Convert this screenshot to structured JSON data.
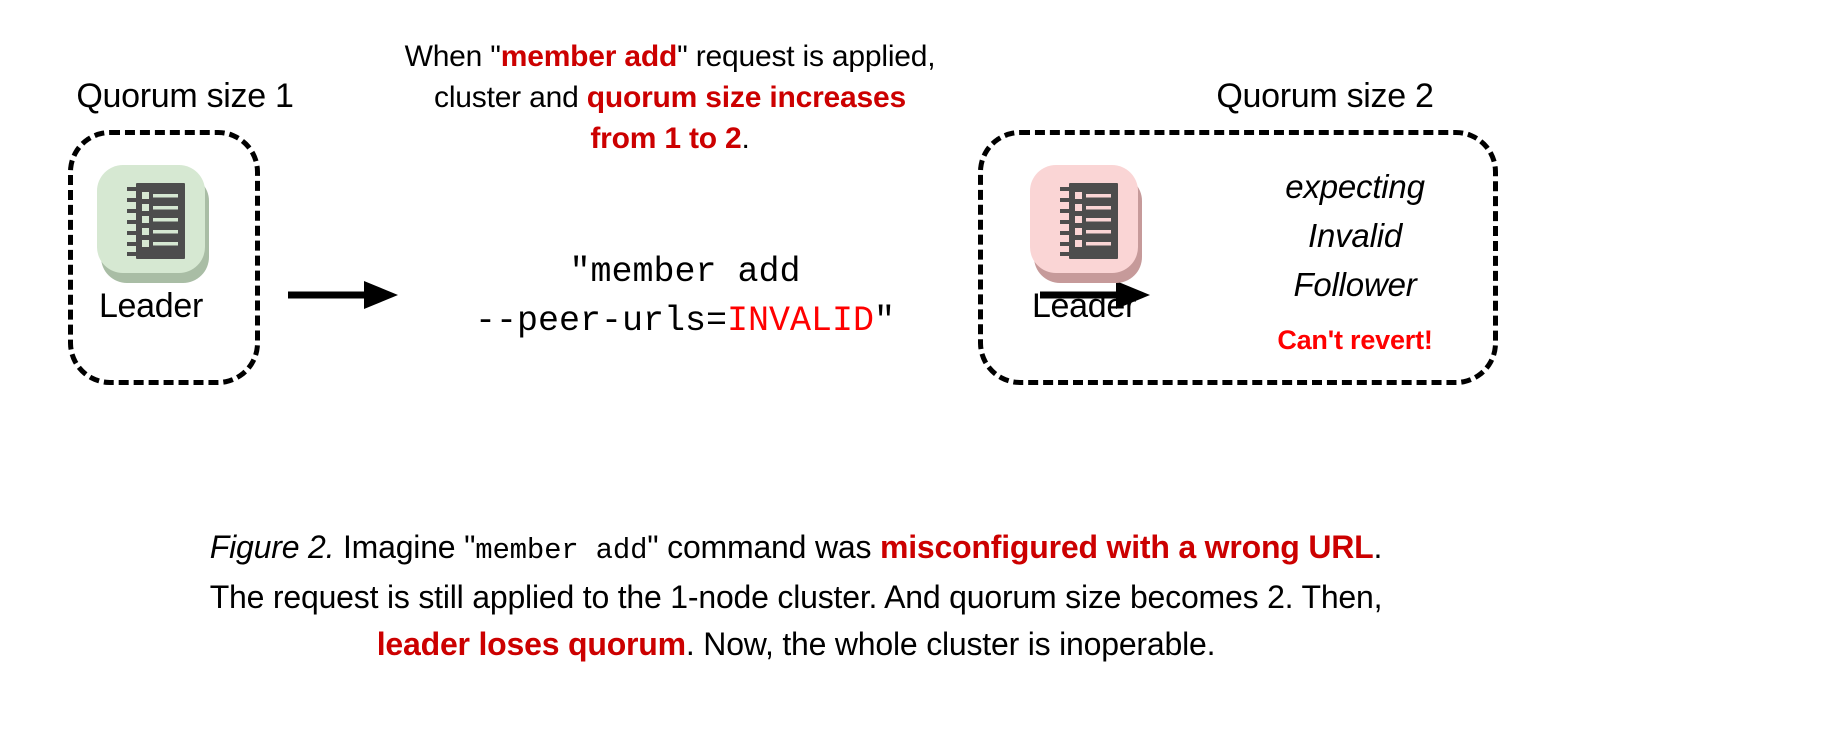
{
  "figure": {
    "background": "#ffffff",
    "accent_dark_red": "#cc0000",
    "accent_pure_red": "#ff0000",
    "icon_green_bg": "#d6e8d2",
    "icon_green_shadow": "#a9bda5",
    "icon_pink_bg": "#fad5d5",
    "icon_pink_shadow": "#c69a9a",
    "icon_body": "#4d4d4d"
  },
  "top_note": {
    "line1_part1": "When \"",
    "line1_emphasis": "member add",
    "line1_part2": "\" request is applied,",
    "line2_part1": "cluster and ",
    "line2_emphasis": "quorum size increases",
    "line3_emphasis": "from 1 to 2",
    "line3_part2": "."
  },
  "left_cluster": {
    "title": "Quorum size 1",
    "node_label": "Leader",
    "icon_name": "server-icon"
  },
  "right_cluster": {
    "title": "Quorum size 2",
    "node_label": "Leader",
    "icon_name": "server-icon",
    "status_line1": "expecting",
    "status_line2": "Invalid",
    "status_line3": "Follower",
    "warning": "Can't revert!"
  },
  "command": {
    "line1": "\"member add",
    "line2_prefix": "--peer-urls=",
    "line2_invalid": "INVALID",
    "line2_suffix": "\""
  },
  "arrows": {
    "arrow1_name": "arrow-left-to-command",
    "arrow2_name": "arrow-command-to-right"
  },
  "caption": {
    "fig_label": "Figure 2.",
    "seg1": " Imagine \"",
    "mono1": "member add",
    "seg2": "\" command was ",
    "emph1": "misconfigured with a wrong URL",
    "seg3": ".",
    "line2": "The request is still applied to the 1-node cluster. And quorum size becomes 2. Then,",
    "emph2": "leader loses quorum",
    "seg4": ". Now, the whole cluster is inoperable."
  }
}
